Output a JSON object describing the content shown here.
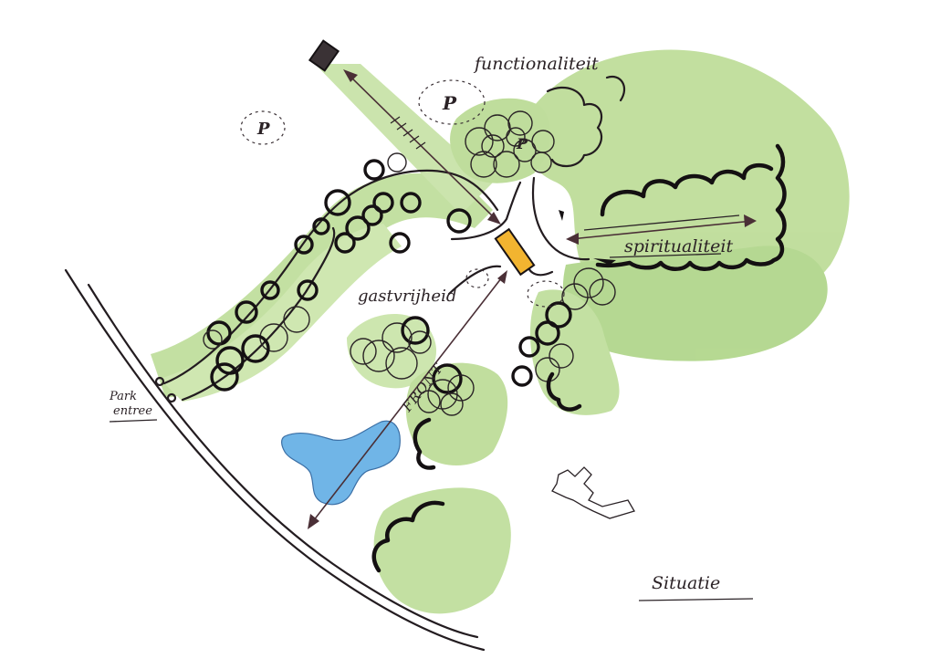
{
  "labels": {
    "functionaliteit": "functionaliteit",
    "spiritualiteit": "spiritualiteit",
    "gastvrijheid": "gastvrijheid",
    "front": "FRONT",
    "park_entree_line1": "Park",
    "park_entree_line2": "entree",
    "situatie": "Situatie",
    "parking_symbol": "P"
  },
  "colors": {
    "greenery": "#b7d98e",
    "greenery_dark": "#9cc873",
    "water": "#6fb6e8",
    "building": "#f2b430",
    "ink": "#231c20",
    "arrow": "#4a2f36"
  },
  "icons": {
    "parking": "parking-icon",
    "building": "building-icon",
    "entrance_gate": "gate-icon",
    "pond": "pond-icon"
  }
}
